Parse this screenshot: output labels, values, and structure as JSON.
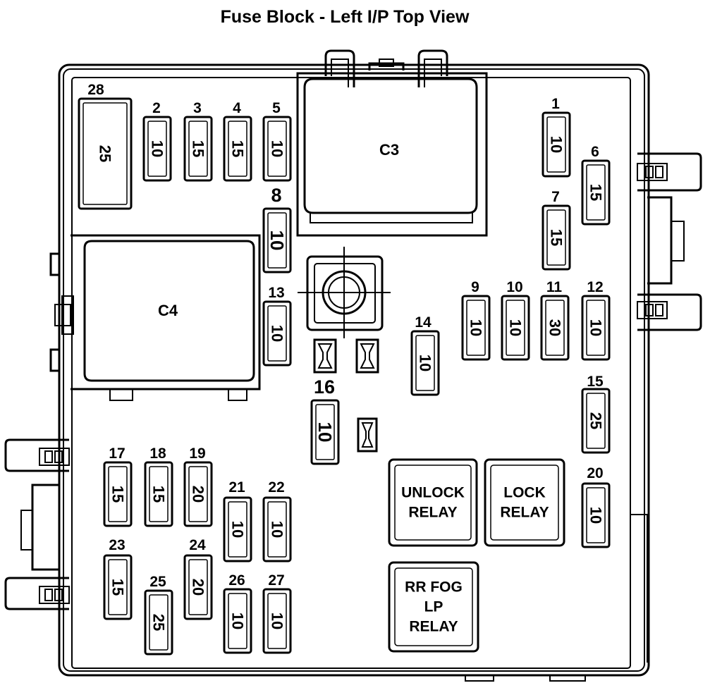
{
  "title": "Fuse Block - Left I/P Top View",
  "connectors": [
    {
      "id": "c3",
      "label": "C3"
    },
    {
      "id": "c4",
      "label": "C4"
    }
  ],
  "fuses": [
    {
      "num": "28",
      "amps": "25"
    },
    {
      "num": "2",
      "amps": "10"
    },
    {
      "num": "3",
      "amps": "15"
    },
    {
      "num": "4",
      "amps": "15"
    },
    {
      "num": "5",
      "amps": "10"
    },
    {
      "num": "1",
      "amps": "10"
    },
    {
      "num": "6",
      "amps": "15"
    },
    {
      "num": "7",
      "amps": "15"
    },
    {
      "num": "8",
      "amps": "10"
    },
    {
      "num": "13",
      "amps": "10"
    },
    {
      "num": "9",
      "amps": "10"
    },
    {
      "num": "10",
      "amps": "10"
    },
    {
      "num": "11",
      "amps": "30"
    },
    {
      "num": "12",
      "amps": "10"
    },
    {
      "num": "14",
      "amps": "10"
    },
    {
      "num": "16",
      "amps": "10"
    },
    {
      "num": "15",
      "amps": "25"
    },
    {
      "num": "20",
      "amps": "10"
    },
    {
      "num": "17",
      "amps": "15"
    },
    {
      "num": "18",
      "amps": "15"
    },
    {
      "num": "19",
      "amps": "20"
    },
    {
      "num": "21",
      "amps": "10"
    },
    {
      "num": "22",
      "amps": "10"
    },
    {
      "num": "23",
      "amps": "15"
    },
    {
      "num": "24",
      "amps": "20"
    },
    {
      "num": "25",
      "amps": "25"
    },
    {
      "num": "26",
      "amps": "10"
    },
    {
      "num": "27",
      "amps": "10"
    }
  ],
  "relays": [
    {
      "id": "unlock",
      "lines": [
        "UNLOCK",
        "RELAY"
      ]
    },
    {
      "id": "lock",
      "lines": [
        "LOCK",
        "RELAY"
      ]
    },
    {
      "id": "rr-fog",
      "lines": [
        "RR FOG",
        "LP",
        "RELAY"
      ]
    }
  ]
}
